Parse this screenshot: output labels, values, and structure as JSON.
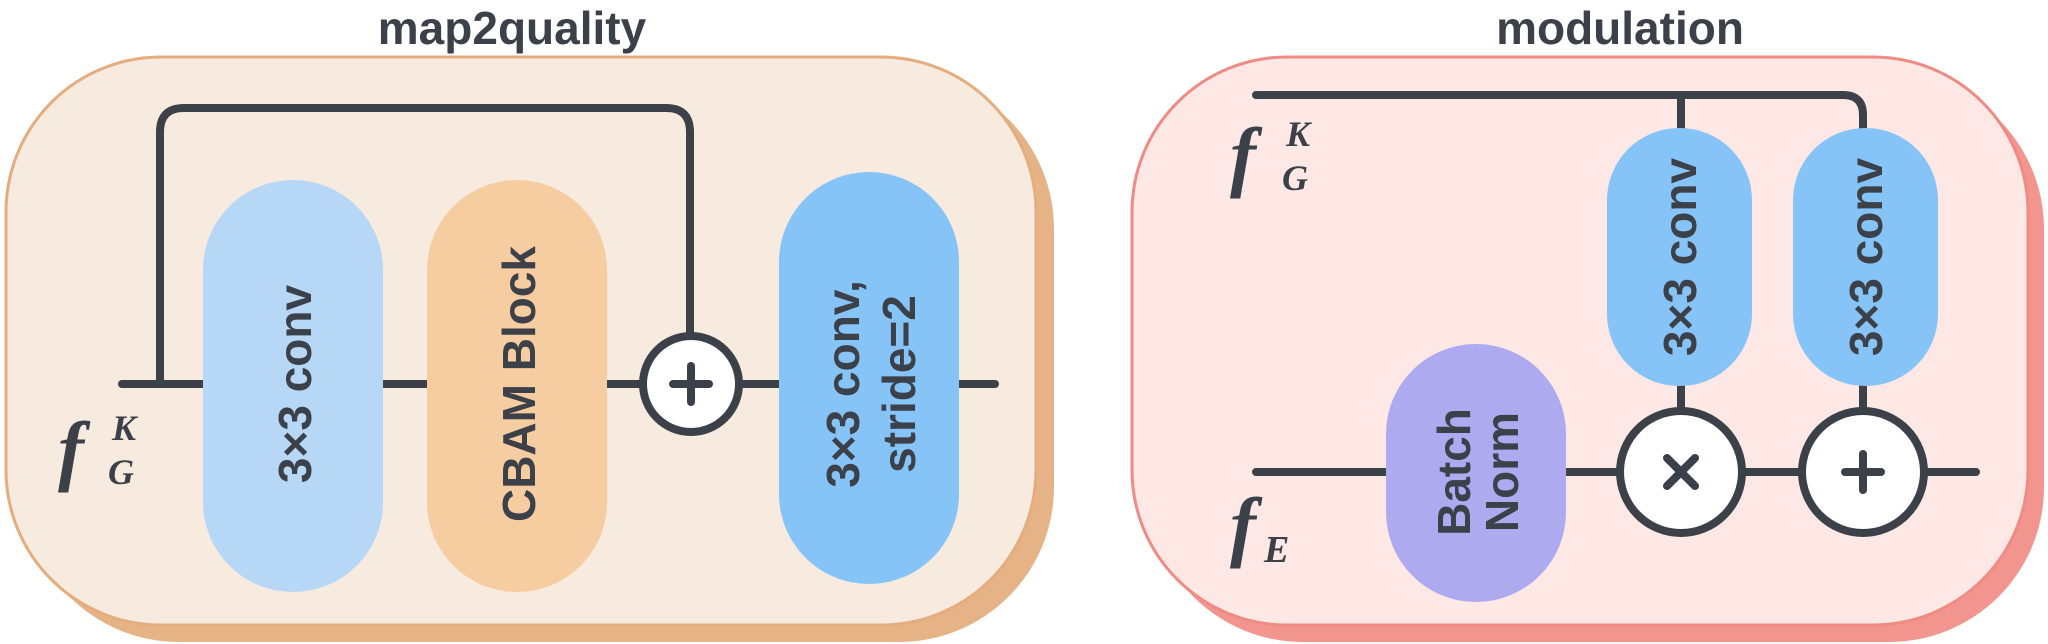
{
  "panels": {
    "left": {
      "title": "map2quality",
      "input_symbol": {
        "base": "f",
        "sup": "K",
        "sub": "G"
      },
      "blocks": [
        {
          "lines": [
            "3×3 conv"
          ]
        },
        {
          "lines": [
            "CBAM Block"
          ]
        },
        {
          "lines": [
            "3×3 conv,",
            "stride=2"
          ]
        }
      ],
      "operator": "+"
    },
    "right": {
      "title": "modulation",
      "input_top_symbol": {
        "base": "f",
        "sup": "K",
        "sub": "G"
      },
      "input_bottom_symbol": {
        "base": "f",
        "sub": "E"
      },
      "blocks": [
        {
          "lines": [
            "Batch",
            "Norm"
          ]
        },
        {
          "lines": [
            "3×3 conv"
          ]
        },
        {
          "lines": [
            "3×3 conv"
          ]
        }
      ],
      "operators": [
        "×",
        "+"
      ]
    }
  },
  "colors": {
    "left_panel_bg": "#f7eadf",
    "left_panel_border": "#e5ad7e",
    "left_panel_shadow": "#e5b386",
    "right_panel_bg": "#fde8e6",
    "right_panel_border": "#ef8b83",
    "right_panel_shadow": "#f2958e",
    "conv_light": "#b6d7f5",
    "cbam": "#f6cda1",
    "conv_blue": "#86c4f7",
    "batchnorm": "#aeaaf0",
    "ink": "#3b4049"
  }
}
